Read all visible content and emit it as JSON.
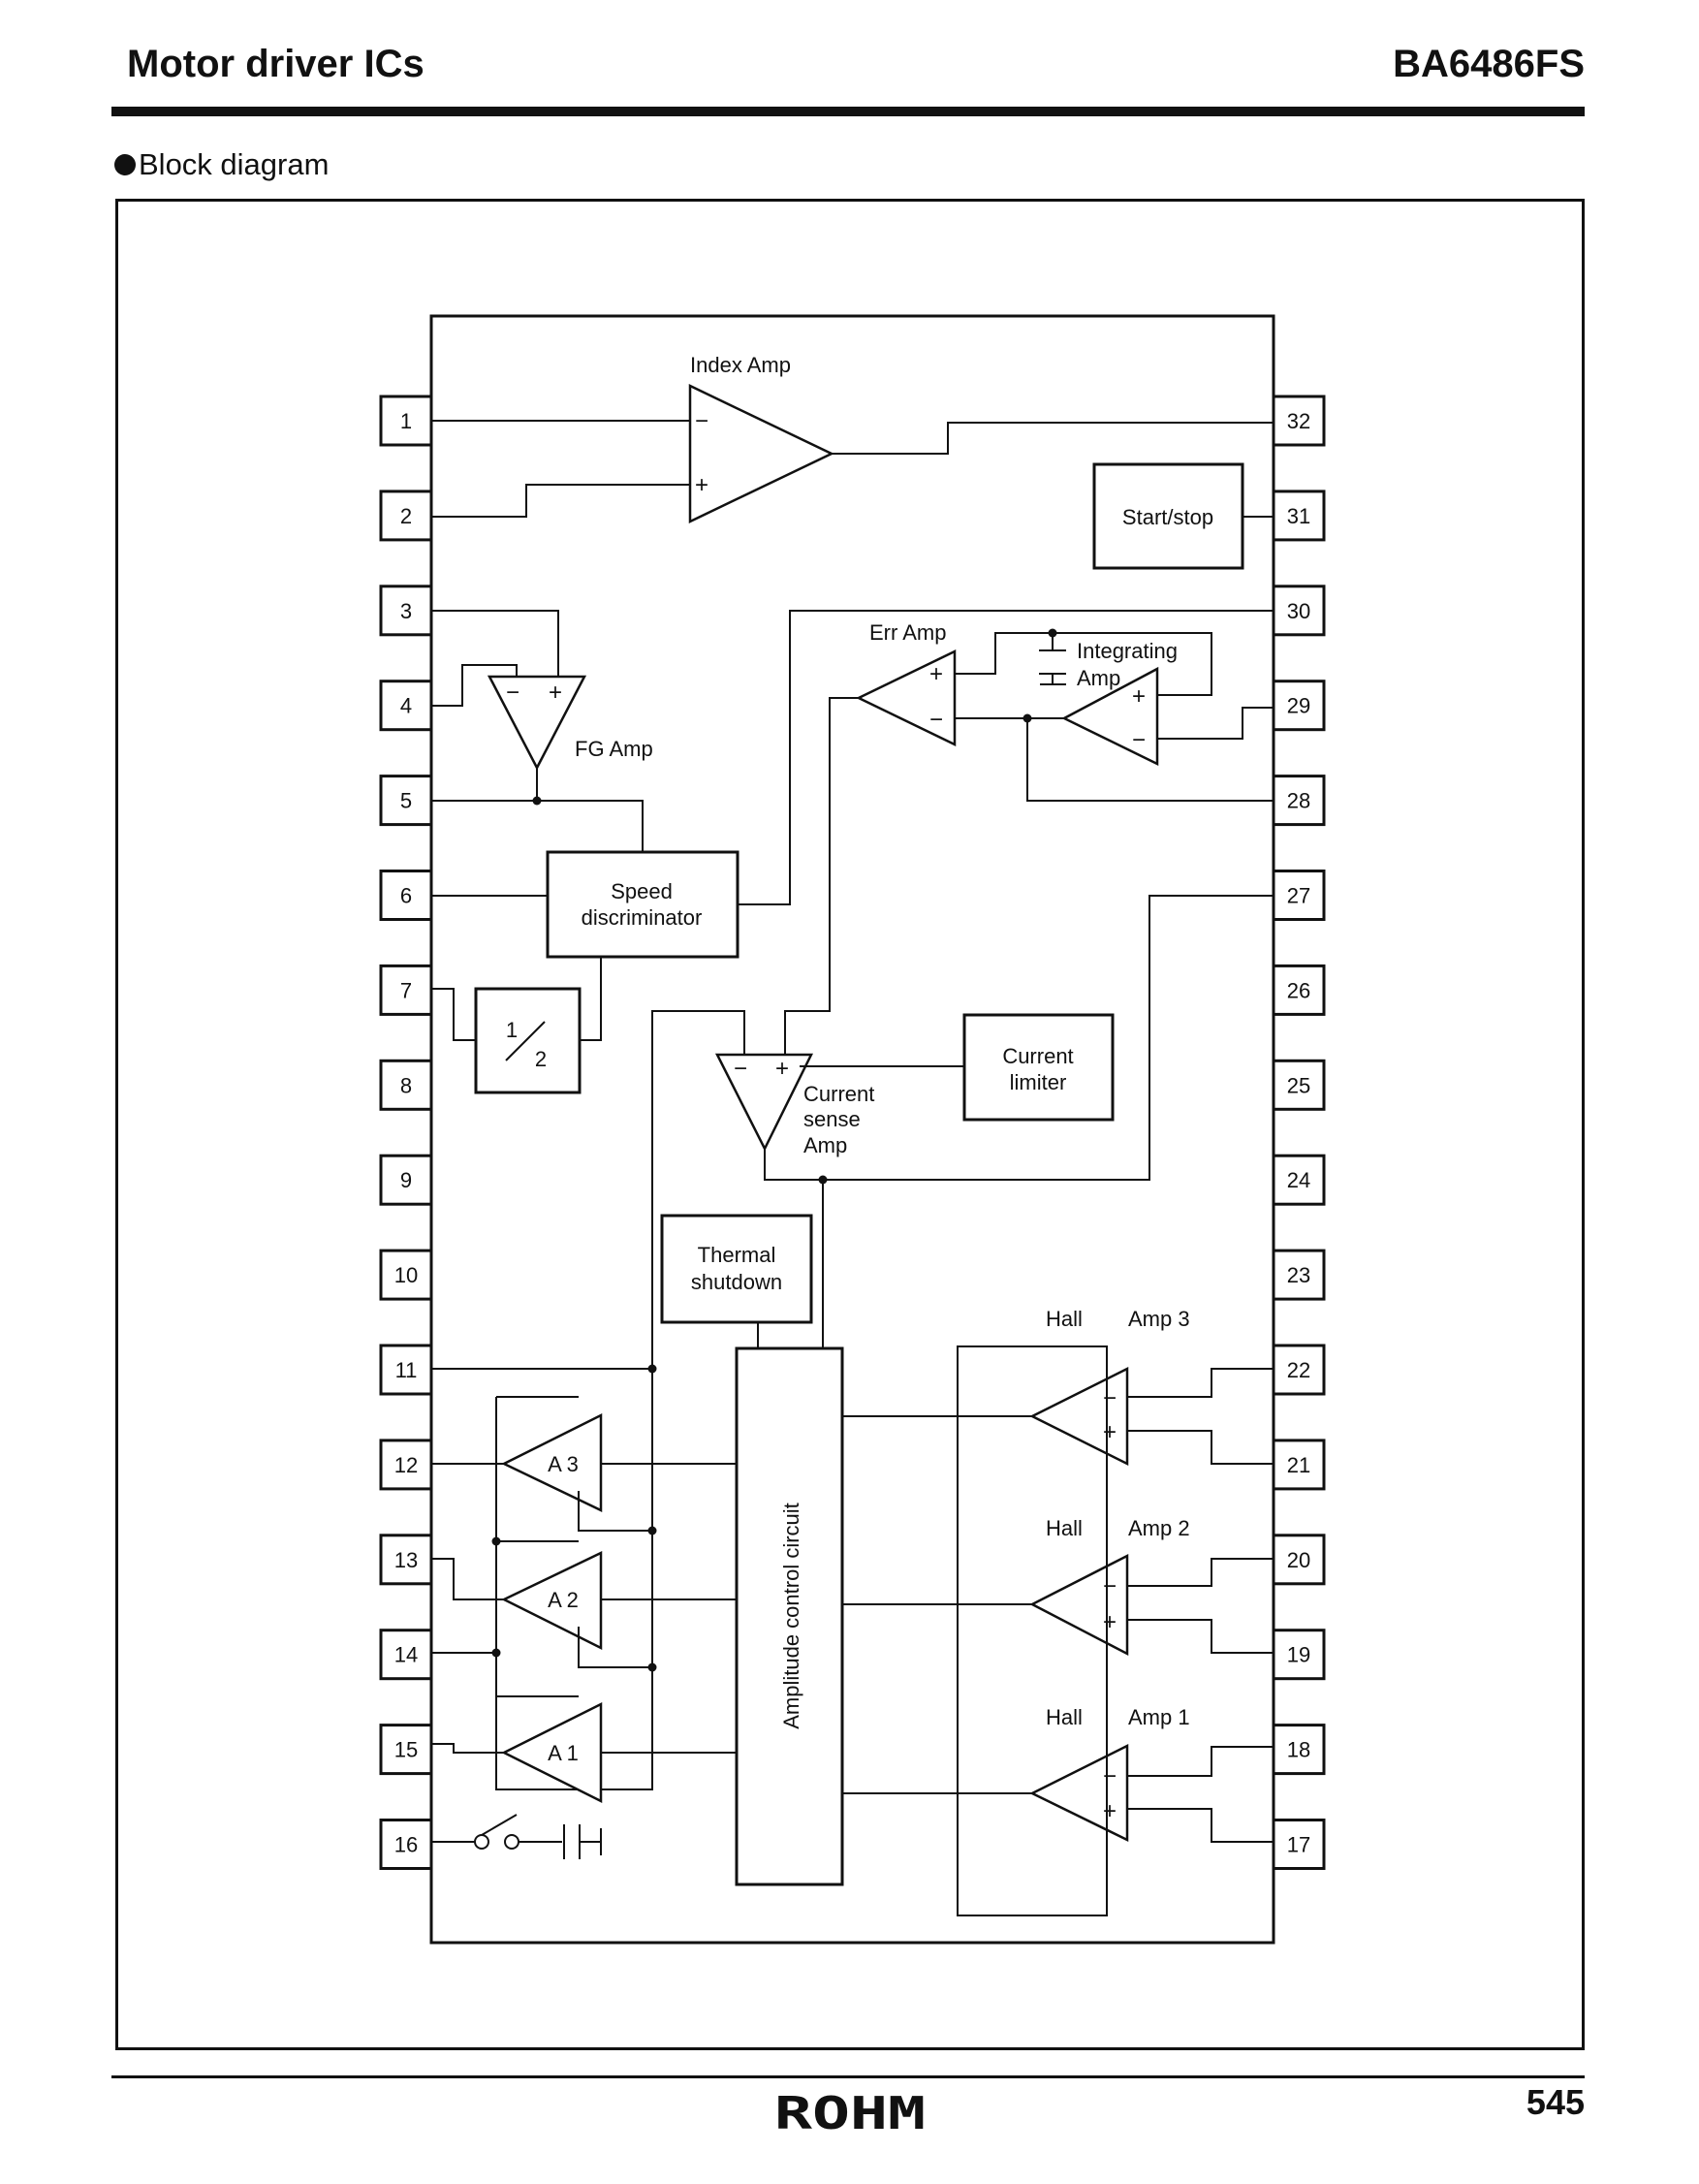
{
  "header": {
    "section_title": "Motor driver ICs",
    "part_number": "BA6486FS"
  },
  "section_heading": "Block diagram",
  "diagram": {
    "left_pins": [
      "1",
      "2",
      "3",
      "4",
      "5",
      "6",
      "7",
      "8",
      "9",
      "10",
      "11",
      "12",
      "13",
      "14",
      "15",
      "16"
    ],
    "right_pins": [
      "32",
      "31",
      "30",
      "29",
      "28",
      "27",
      "26",
      "25",
      "24",
      "23",
      "22",
      "21",
      "20",
      "19",
      "18",
      "17"
    ],
    "labels": {
      "index_amp": "Index Amp",
      "start_stop": "Start/stop",
      "err_amp": "Err  Amp",
      "integrating": "Integrating",
      "integrating_amp": "Amp",
      "fg_amp": "FG  Amp",
      "speed": "Speed",
      "discriminator": "discriminator",
      "divider_top": "1",
      "divider_bottom": "2",
      "current_sense_1": "Current",
      "current_sense_2": "sense",
      "current_sense_3": "Amp",
      "current_limiter_1": "Current",
      "current_limiter_2": "limiter",
      "thermal_1": "Thermal",
      "thermal_2": "shutdown",
      "amplitude_control": "Amplitude control circuit",
      "hall_3_a": "Hall",
      "hall_3_b": "Amp 3",
      "hall_2_a": "Hall",
      "hall_2_b": "Amp 2",
      "hall_1_a": "Hall",
      "hall_1_b": "Amp 1",
      "a3": "A 3",
      "a2": "A 2",
      "a1": "A 1"
    }
  },
  "footer": {
    "logo": "ROHM",
    "page_number": "545"
  }
}
